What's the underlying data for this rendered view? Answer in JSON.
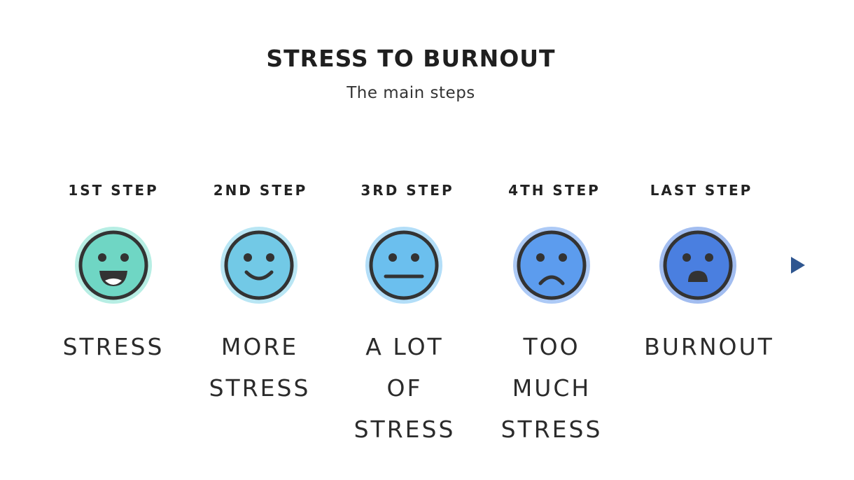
{
  "header": {
    "title": "STRESS TO BURNOUT",
    "subtitle": "The main steps"
  },
  "steps": [
    {
      "label": "1ST STEP",
      "name_lines": [
        "STRESS"
      ],
      "face": "big-smile-face-icon",
      "color": "#6fd6c4",
      "ring": "#b7eee4"
    },
    {
      "label": "2ND STEP",
      "name_lines": [
        "MORE",
        "STRESS"
      ],
      "face": "smile-face-icon",
      "color": "#72c9e6",
      "ring": "#b9e6f4"
    },
    {
      "label": "3RD STEP",
      "name_lines": [
        "A LOT",
        "OF",
        "STRESS"
      ],
      "face": "neutral-face-icon",
      "color": "#6bbfee",
      "ring": "#b3def8"
    },
    {
      "label": "4TH STEP",
      "name_lines": [
        "TOO",
        "MUCH",
        "STRESS"
      ],
      "face": "sad-face-icon",
      "color": "#5c9cee",
      "ring": "#adcaf6"
    },
    {
      "label": "LAST STEP",
      "name_lines": [
        "BURNOUT"
      ],
      "face": "shocked-face-icon",
      "color": "#4a7fe0",
      "ring": "#a2bdf0"
    }
  ],
  "colors": {
    "line_start": "#9ee3d6",
    "line_end": "#2f5690",
    "arrow": "#2f5690",
    "face_stroke": "#333333"
  }
}
